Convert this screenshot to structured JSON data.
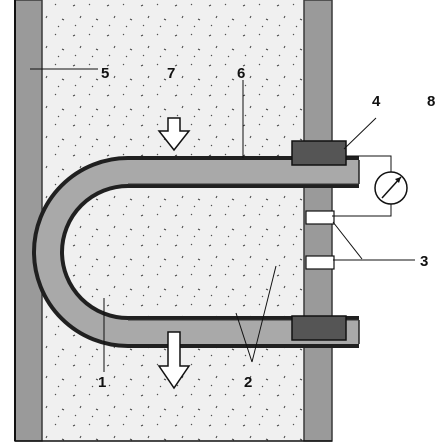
{
  "labels": {
    "l1": "1",
    "l2": "2",
    "l3": "3",
    "l4": "4",
    "l5": "5",
    "l6": "6",
    "l7": "7",
    "l8": "8"
  },
  "colors": {
    "wall": "#9a9a9a",
    "wall_edge": "#3a3a3a",
    "medium": "#f0f0f0",
    "tube": "#a9a9a9",
    "tube_outer_layer": "#202020",
    "clamp": "#555555",
    "insulator": "#ffffff",
    "ink": "#111111"
  },
  "icons": {
    "flow_arrow": "down-arrow-outline",
    "meter": "dial-gauge-icon"
  }
}
